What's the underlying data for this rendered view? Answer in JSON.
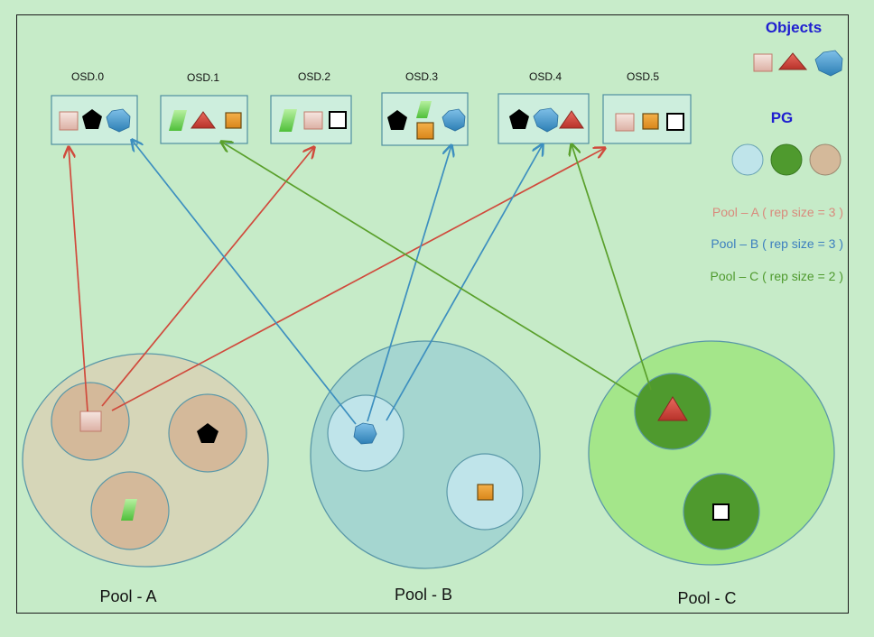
{
  "osds": [
    "OSD.0",
    "OSD.1",
    "OSD.2",
    "OSD.3",
    "OSD.4",
    "OSD.5"
  ],
  "legend": {
    "objects_title": "Objects",
    "pg_title": "PG",
    "pools": [
      {
        "text": "Pool – A ( rep size = 3 )",
        "color": "#d98a7c"
      },
      {
        "text": "Pool – B ( rep size = 3 )",
        "color": "#3c7fbf"
      },
      {
        "text": "Pool – C ( rep size = 2 )",
        "color": "#4f9a2e"
      }
    ]
  },
  "pools": [
    {
      "name": "Pool - A",
      "color": "#d6d6b8"
    },
    {
      "name": "Pool - B",
      "color": "#a5d6d0"
    },
    {
      "name": "Pool - C",
      "color": "#a4e68a"
    }
  ],
  "colors": {
    "pool_a_arrow": "#d04a3c",
    "pool_b_arrow": "#3d8fbf",
    "pool_c_arrow": "#5aa02c",
    "pg_a": "#d4b99a",
    "pg_b": "#bfe4ea",
    "pg_c": "#4f9a2e"
  }
}
